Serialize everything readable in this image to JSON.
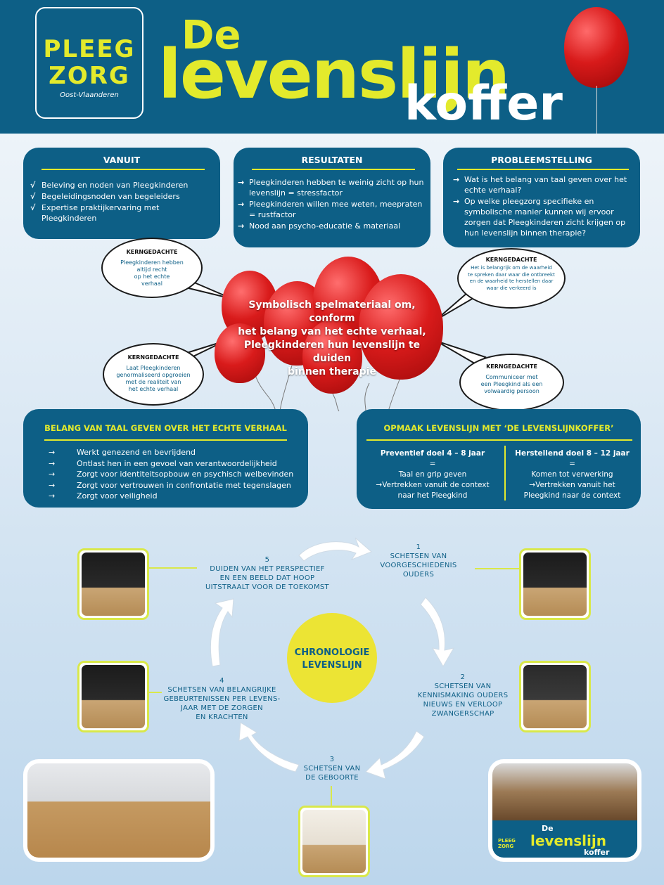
{
  "header": {
    "logo_line1": "PLEEG",
    "logo_line2": "ZORG",
    "logo_sub": "Oost-Vlaanderen",
    "title_de": "De",
    "title_levenslijn": "levenslijn",
    "title_koffer": "koffer"
  },
  "panels": {
    "vanuit": {
      "title": "VANUIT",
      "marker": "√",
      "items": [
        "Beleving en noden van Pleegkinderen",
        "Begeleidingsnoden van begeleiders",
        "Expertise praktijkervaring met Pleegkinderen"
      ]
    },
    "resultaten": {
      "title": "RESULTATEN",
      "marker": "→",
      "items": [
        "Pleegkinderen hebben te weinig zicht op hun levenslijn = stressfactor",
        "Pleegkinderen willen mee weten, meepraten = rustfactor",
        "Nood aan psycho-educatie & materiaal"
      ]
    },
    "probleemstelling": {
      "title": "PROBLEEMSTELLING",
      "marker": "→",
      "items": [
        "Wat is het belang van taal geven over het echte verhaal?",
        "Op welke pleegzorg specifieke en symbolische manier kunnen wij ervoor zorgen dat Pleegkinderen zicht krijgen op hun levenslijn binnen therapie?"
      ]
    },
    "belang": {
      "title": "BELANG VAN TAAL GEVEN OVER HET ECHTE VERHAAL",
      "marker": "→",
      "items": [
        "Werkt genezend en bevrijdend",
        "Ontlast hen in een gevoel van verantwoordelijkheid",
        "Zorgt voor identiteitsopbouw en psychisch welbevinden",
        "Zorgt voor vertrouwen in confrontatie met tegenslagen",
        "Zorgt voor veiligheid"
      ]
    },
    "opmaak": {
      "title": "OPMAAK LEVENSLIJN MET ‘DE LEVENSLIJNKOFFER’",
      "left": [
        "Preventief doel 4 – 8 jaar",
        "=",
        "Taal en grip geven",
        "→Vertrekken vanuit de context",
        "naar het Pleegkind"
      ],
      "right": [
        "Herstellend doel 8 – 12 jaar",
        "=",
        "Komen tot verwerking",
        "→Vertrekken vanuit het",
        "Pleegkind naar de context"
      ]
    }
  },
  "clouds": [
    {
      "title": "KERNGEDACHTE",
      "text": [
        "Pleegkinderen hebben",
        "altijd recht",
        "op het echte",
        "verhaal"
      ]
    },
    {
      "title": "KERNGEDACHTE",
      "text": [
        "Het is belangrijk om de waarheid",
        "te spreken daar waar die ontbreekt",
        "en de waarheid te herstellen daar",
        "waar die verkeerd is"
      ]
    },
    {
      "title": "KERNGEDACHTE",
      "text": [
        "Laat Pleegkinderen",
        "genormaliseerd opgroeien",
        "met de realiteit van",
        "het echte verhaal"
      ]
    },
    {
      "title": "KERNGEDACHTE",
      "text": [
        "Communiceer met",
        "een Pleegkind als een",
        "volwaardig persoon"
      ]
    }
  ],
  "center": {
    "lines": [
      "Symbolisch spelmateriaal om, conform",
      "het belang van het echte verhaal,",
      "Pleegkinderen hun levenslijn te duiden",
      "binnen therapie"
    ]
  },
  "timeline": {
    "center": [
      "CHRONOLOGIE",
      "LEVENSLIJN"
    ],
    "steps": [
      {
        "num": "1",
        "lines": [
          "SCHETSEN VAN",
          "VOORGESCHIEDENIS",
          "OUDERS"
        ]
      },
      {
        "num": "2",
        "lines": [
          "SCHETSEN VAN",
          "KENNISMAKING OUDERS",
          "NIEUWS EN VERLOOP",
          "ZWANGERSCHAP"
        ]
      },
      {
        "num": "3",
        "lines": [
          "SCHETSEN VAN",
          "DE GEBOORTE"
        ]
      },
      {
        "num": "4",
        "lines": [
          "SCHETSEN VAN BELANGRIJKE",
          "GEBEURTENISSEN PER LEVENS-",
          "JAAR MET DE ZORGEN",
          "EN KRACHTEN"
        ]
      },
      {
        "num": "5",
        "lines": [
          "DUIDEN VAN HET PERSPECTIEF",
          "EN EEN BEELD DAT HOOP",
          "UITSTRAALT VOOR DE TOEKOMST"
        ]
      }
    ]
  },
  "box_photo": {
    "logo_line1": "PLEEG",
    "logo_line2": "ZORG",
    "title_de": "De",
    "title_levenslijn": "levenslijn",
    "title_koffer": "koffer"
  },
  "colors": {
    "header": "#0d5f86",
    "accent": "#e3ea2c",
    "balloon": "#d81a1a"
  }
}
